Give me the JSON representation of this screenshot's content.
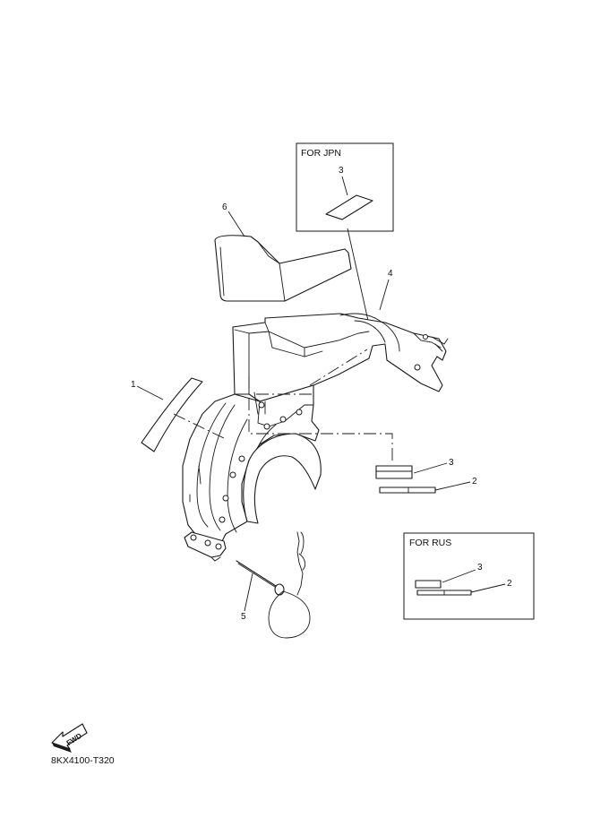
{
  "box_jpn": {
    "title": "FOR JPN"
  },
  "box_rus": {
    "title": "FOR RUS"
  },
  "callouts": {
    "part1": "1",
    "part2_main": "2",
    "part3_main": "3",
    "part4": "4",
    "part5": "5",
    "part6": "6",
    "part3_jpn": "3",
    "part3_rus": "3",
    "part2_rus": "2"
  },
  "fwd_label": "FWD",
  "diagram_code": "8KX4100-T320",
  "icons": {
    "fwd": "fwd-arrow-icon"
  }
}
